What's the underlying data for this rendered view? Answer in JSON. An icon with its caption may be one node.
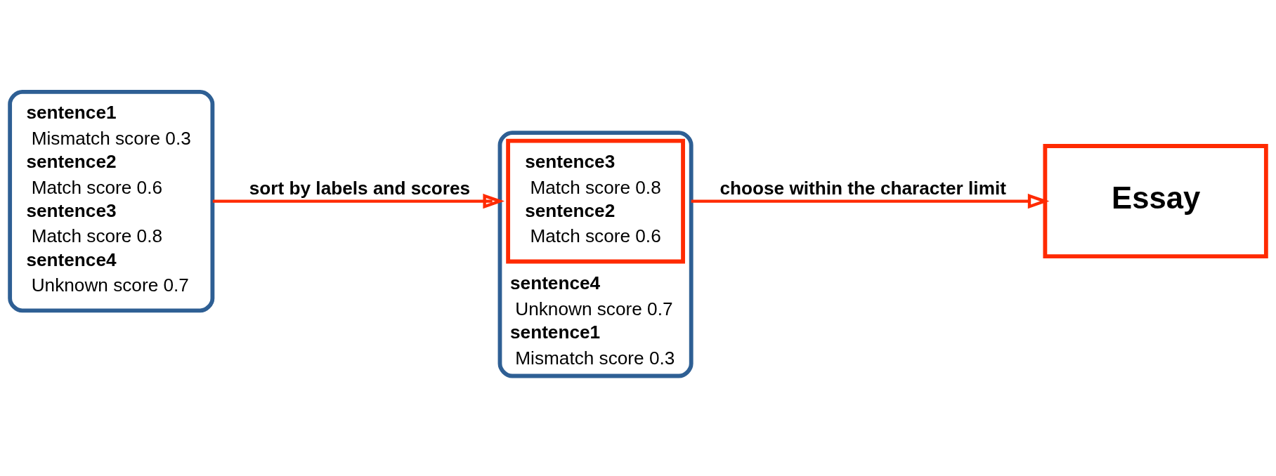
{
  "diagram": {
    "nodes": [
      {
        "text": [
          "sentence1",
          "Mismatch score 0.3",
          "sentence2",
          "Match score 0.6",
          "sentence3",
          "Match score 0.8",
          "sentence4",
          "Unknown score 0.7"
        ]
      },
      {
        "text": [
          "sentence4",
          "Unknown score 0.7",
          "sentence1",
          "Mismatch score 0.3"
        ]
      },
      {
        "text": [
          "sentence3",
          "Match score 0.8",
          "sentence2",
          "Match score 0.6"
        ],
        "in": 1
      },
      {
        "text": [
          "Essay"
        ]
      }
    ],
    "edges": [
      {
        "from": 0,
        "to": 1,
        "arrow": "to",
        "label": "sort by labels and scores"
      },
      {
        "from": 1,
        "to": 3,
        "arrow": "to",
        "label": "choose within the character limit"
      }
    ]
  }
}
